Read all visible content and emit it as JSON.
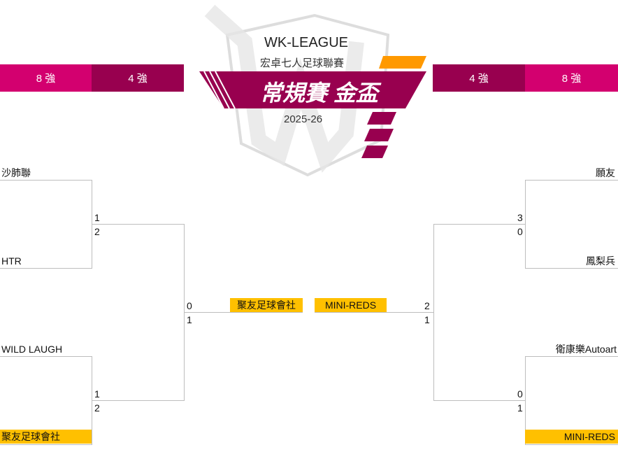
{
  "logo": {
    "title": "WK-LEAGUE",
    "subtitle": "宏卓七人足球聯賽",
    "banner": "常規賽 金盃",
    "season": "2025-26"
  },
  "headers": {
    "left": [
      "8 強",
      "4 強"
    ],
    "right": [
      "4 強",
      "8 強"
    ]
  },
  "colors": {
    "r8": "#d3006f",
    "r4": "#98004f",
    "winner": "#ffc000",
    "banner": "#98004f",
    "orange": "#ff9900"
  },
  "left": {
    "qf1": {
      "team1": "沙肺聯",
      "team2": "HTR",
      "score1": "1",
      "score2": "2"
    },
    "qf2": {
      "team1": "WILD LAUGH",
      "team2": "聚友足球會社",
      "score1": "1",
      "score2": "2"
    },
    "sf": {
      "score1": "0",
      "score2": "1",
      "winner": "聚友足球會社"
    }
  },
  "right": {
    "qf1": {
      "team1": "願友",
      "team2": "鳳梨兵",
      "score1": "3",
      "score2": "0"
    },
    "qf2": {
      "team1": "衛康樂Autoart",
      "team2": "MINI-REDS",
      "score1": "0",
      "score2": "1"
    },
    "sf": {
      "score1": "2",
      "score2": "1",
      "winner": "MINI-REDS"
    }
  }
}
